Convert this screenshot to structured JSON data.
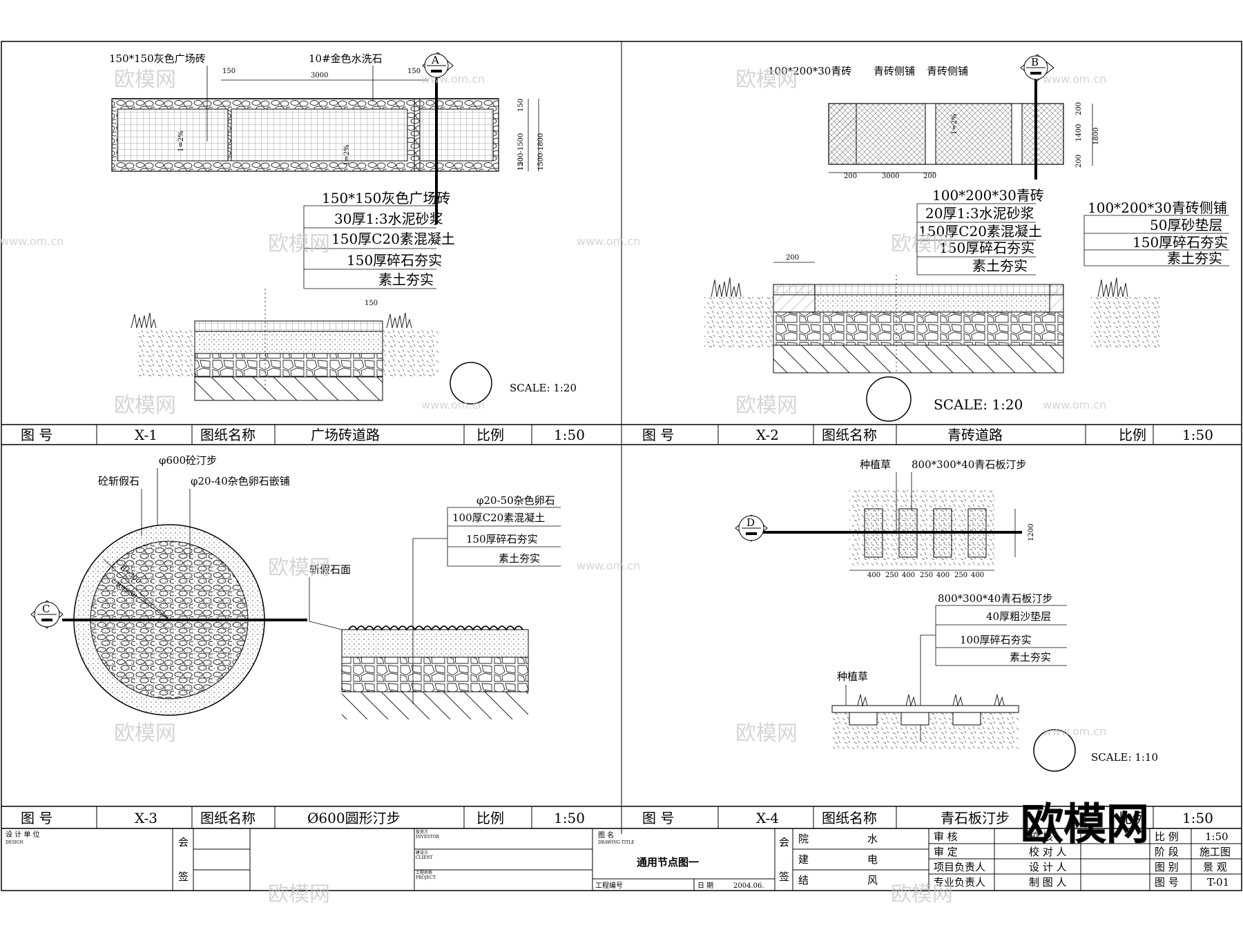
{
  "x1": {
    "plan_top_labels": [
      "150*150灰色广场砖",
      "10#金色水洗石"
    ],
    "plan_dims": [
      "150",
      "3000",
      "150"
    ],
    "plan_right_dims": [
      "150",
      "150",
      "1200-1500",
      "1500-1800"
    ],
    "slope": "1=2%",
    "section_marker": "A",
    "layers": [
      "150*150灰色广场砖",
      "30厚1:3水泥砂浆",
      "150厚C20素混凝土",
      "150厚碎石夯实",
      "素土夯实"
    ],
    "edge_dim": "150",
    "scale": "SCALE: 1:20"
  },
  "x2": {
    "plan_top_labels": [
      "100*200*30青砖",
      "青砖侧铺",
      "青砖侧铺"
    ],
    "plan_dims": [
      "200",
      "3000",
      "200"
    ],
    "plan_right_dims": [
      "200",
      "1400",
      "200",
      "1800"
    ],
    "slope": "1=2%",
    "section_marker": "B",
    "layers": [
      "100*200*30青砖",
      "20厚1:3水泥砂浆",
      "150厚C20素混凝土",
      "150厚碎石夯实",
      "素土夯实"
    ],
    "side_layers": [
      "100*200*30青砖侧铺",
      "50厚砂垫层",
      "150厚碎石夯实",
      "素土夯实"
    ],
    "edge_dim": "200",
    "scale": "SCALE: 1:20"
  },
  "x3": {
    "plan_labels": [
      "φ600砼汀步",
      "砼斩假石",
      "φ20-40杂色卵石嵌铺"
    ],
    "radius_labels": [
      "R=300",
      "R=250"
    ],
    "section_marker": "C",
    "layers": [
      "φ20-50杂色卵石",
      "100厚C20素混凝土",
      "150厚碎石夯实",
      "素土夯实"
    ],
    "side_label": "斩假石面"
  },
  "x4": {
    "plan_labels": [
      "种植草",
      "800*300*40青石板汀步"
    ],
    "plan_dims": [
      "400",
      "250",
      "400",
      "250",
      "400",
      "250",
      "400"
    ],
    "plan_right_dim": "1200",
    "section_marker": "D",
    "layers": [
      "800*300*40青石板汀步",
      "40厚粗沙垫层",
      "100厚碎石夯实",
      "素土夯实"
    ],
    "grass_label": "种植草",
    "scale": "SCALE: 1:10"
  },
  "caption_rows": [
    [
      {
        "label_a": "图    号",
        "num": "X-1",
        "label_b": "图纸名称",
        "name": "广场砖道路",
        "label_c": "比例",
        "ratio": "1:50"
      },
      {
        "label_a": "图    号",
        "num": "X-2",
        "label_b": "图纸名称",
        "name": "青砖道路",
        "label_c": "比例",
        "ratio": "1:50"
      }
    ],
    [
      {
        "label_a": "图    号",
        "num": "X-3",
        "label_b": "图纸名称",
        "name": "Ø600圆形汀步",
        "label_c": "比例",
        "ratio": "1:50"
      },
      {
        "label_a": "图    号",
        "num": "X-4",
        "label_b": "图纸名称",
        "name": "青石板汀步",
        "label_c": "比例",
        "ratio": "1:50"
      }
    ]
  ],
  "title_block": {
    "design_unit": "设 计 单 位",
    "design_unit_en": "DESIGN",
    "hui": "会",
    "qian": "签",
    "investor": "投资方",
    "investor_en": "INVESTOR",
    "client": "建设方",
    "client_en": "CLIENT",
    "project": "工程名称",
    "project_en": "PROJECT",
    "drawing_name_label": "图    名",
    "drawing_title_en": "DRAWING TITLE",
    "drawing_name": "通用节点图一",
    "project_no_label": "工程编号",
    "date_label": "日 期",
    "date": "2004.06.",
    "col1": [
      "院",
      "建",
      "结"
    ],
    "col2": [
      "水",
      "电",
      "风"
    ],
    "roles_left": [
      "审    核",
      "审    定",
      "项目负责人",
      "专业负责人"
    ],
    "roles_mid": [
      "校 核",
      "校 对 人",
      "设 计 人",
      "制 图 人"
    ],
    "roles_right": [
      "比    例",
      "阶    段",
      "图    别",
      "图    号"
    ],
    "role_values": [
      "1:50",
      "施工图",
      "景 观",
      "T-01"
    ]
  },
  "watermark": {
    "brand": "欧模网",
    "url": "www.om.cn"
  }
}
